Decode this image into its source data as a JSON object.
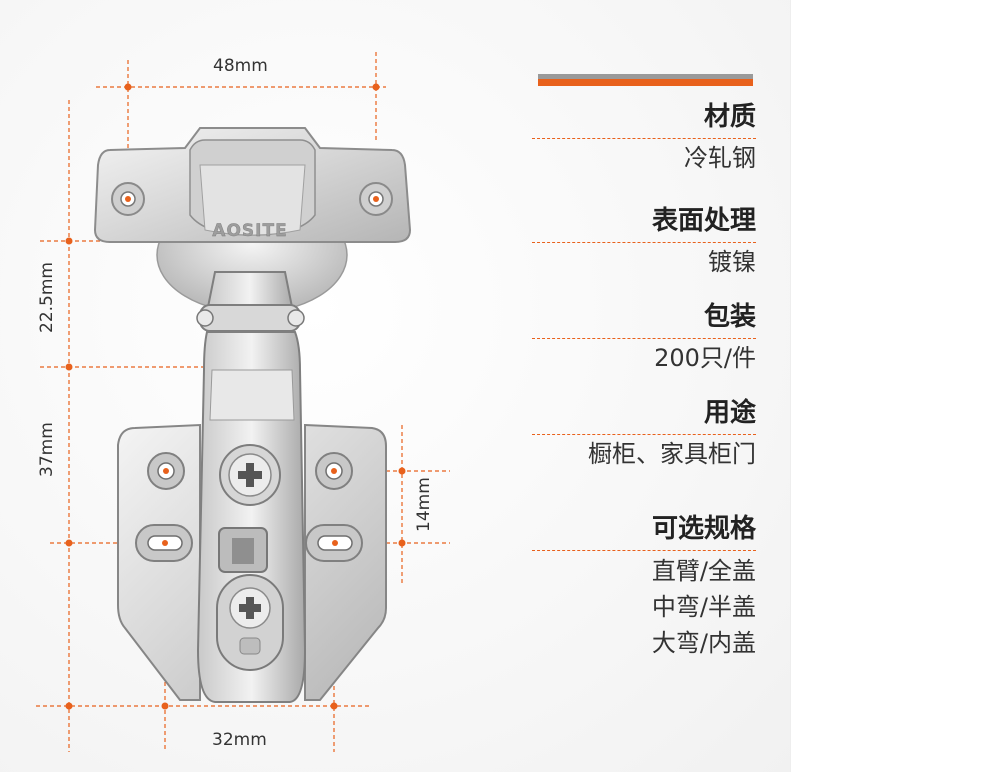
{
  "dimensions": {
    "top_width": "48mm",
    "bottom_width": "32mm",
    "upper_height": "22.5mm",
    "lower_height": "37mm",
    "hole_spacing": "14mm"
  },
  "product": {
    "logo_text": "AOSITE"
  },
  "colors": {
    "accent": "#e8611c",
    "accent_grey": "#9a9a9a",
    "metal_light": "#e6e6e6",
    "metal_dark": "#8c8c8c"
  },
  "specs": [
    {
      "label": "材质",
      "values": [
        "冷轧钢"
      ]
    },
    {
      "label": "表面处理",
      "values": [
        "镀镍"
      ]
    },
    {
      "label": "包装",
      "values": [
        "200只/件"
      ]
    },
    {
      "label": "用途",
      "values": [
        "橱柜、家具柜门"
      ]
    },
    {
      "label": "可选规格",
      "values": [
        "直臂/全盖",
        "中弯/半盖",
        "大弯/内盖"
      ]
    }
  ]
}
